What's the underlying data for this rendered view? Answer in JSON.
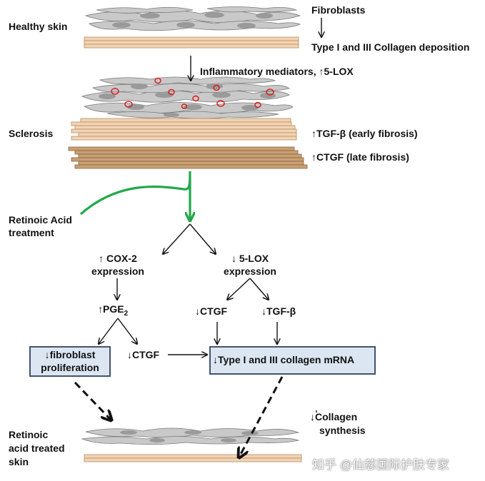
{
  "labels": {
    "healthy_skin": "Healthy skin",
    "fibroblasts": "Fibroblasts",
    "collagen_deposition": "Type I and III Collagen deposition",
    "inflammatory": "Inflammatory mediators, ↑5-LOX",
    "sclerosis": "Sclerosis",
    "tgf_early": "↑TGF-β (early fibrosis)",
    "ctgf_late": "↑CTGF (late fibrosis)",
    "ra_treatment_1": "Retinoic Acid",
    "ra_treatment_2": "treatment",
    "cox2_1": "↑ COX-2",
    "cox2_2": "expression",
    "lox5_1": "↓ 5-LOX",
    "lox5_2": "expression",
    "pge2": "↑PGE",
    "pge2_sub": "2",
    "ctgf_down_right": "↓CTGF",
    "tgfb_down": "↓TGF-β",
    "fibro_prolif_1": "↓fibroblast",
    "fibro_prolif_2": "proliferation",
    "ctgf_down_left": "↓CTGF",
    "collagen_mrna": "↓Type I and III collagen mRNA",
    "collagen_synth_1": "↓Collagen",
    "collagen_synth_2": "synthesis",
    "ra_skin_1": "Retinoic",
    "ra_skin_2": "acid treated",
    "ra_skin_3": "skin"
  },
  "watermark": "知乎 @仙慈国际护肤专家",
  "colors": {
    "collagen_light": "#f2d4b4",
    "collagen_dark": "#c9a074",
    "fibroblast": "#c9c9c9",
    "inflammatory": "#d81e1e",
    "ra_arrow": "#22a84a",
    "box_fill": "#dce6f2"
  }
}
